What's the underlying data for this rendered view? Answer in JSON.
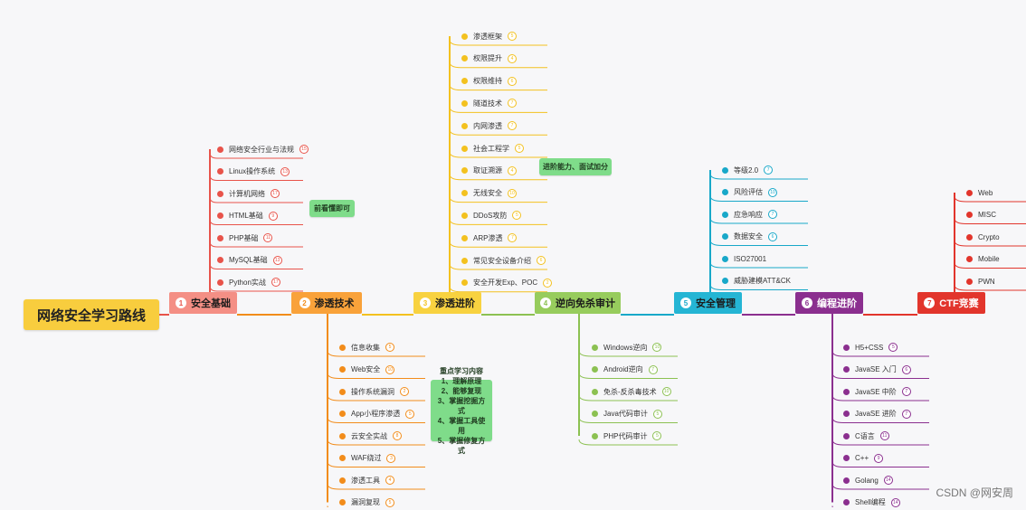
{
  "root": "网络安全学习路线",
  "branches": [
    {
      "id": "b1",
      "num": "1",
      "label": "安全基础",
      "color": "#e8534a",
      "bg": "#f48f85",
      "side": "up",
      "items": [
        {
          "t": "网络安全行业与法规",
          "n": "15"
        },
        {
          "t": "Linux操作系统",
          "n": "13"
        },
        {
          "t": "计算机网络",
          "n": "17"
        },
        {
          "t": "HTML基础",
          "n": "9"
        },
        {
          "t": "PHP基础",
          "n": "11"
        },
        {
          "t": "MySQL基础",
          "n": "13"
        },
        {
          "t": "Python实战",
          "n": "17"
        }
      ]
    },
    {
      "id": "b2",
      "num": "2",
      "label": "渗透技术",
      "color": "#f28c1a",
      "bg": "#f9a23a",
      "side": "down",
      "items": [
        {
          "t": "信息收集",
          "n": "5"
        },
        {
          "t": "Web安全",
          "n": "10"
        },
        {
          "t": "操作系统漏洞",
          "n": "2"
        },
        {
          "t": "App小程序渗透",
          "n": "5"
        },
        {
          "t": "云安全实战",
          "n": "8"
        },
        {
          "t": "WAF绕过",
          "n": "3"
        },
        {
          "t": "渗透工具",
          "n": "4"
        },
        {
          "t": "漏洞复现",
          "n": "5"
        }
      ]
    },
    {
      "id": "b3",
      "num": "3",
      "label": "渗透进阶",
      "color": "#f3c11f",
      "bg": "#f8d240",
      "side": "up",
      "items": [
        {
          "t": "渗透框架",
          "n": "5"
        },
        {
          "t": "权限提升",
          "n": "4"
        },
        {
          "t": "权限维持",
          "n": "6"
        },
        {
          "t": "隧道技术",
          "n": "7"
        },
        {
          "t": "内网渗透",
          "n": "7"
        },
        {
          "t": "社会工程学",
          "n": "5"
        },
        {
          "t": "取证溯源",
          "n": "4"
        },
        {
          "t": "无线安全",
          "n": "10"
        },
        {
          "t": "DDoS攻防",
          "n": "5"
        },
        {
          "t": "ARP渗透",
          "n": "7"
        },
        {
          "t": "常见安全设备介绍",
          "n": "6"
        },
        {
          "t": "安全开发Exp、POC",
          "n": "2"
        }
      ]
    },
    {
      "id": "b4",
      "num": "4",
      "label": "逆向免杀审计",
      "color": "#8cc152",
      "bg": "#97cc5d",
      "side": "down",
      "items": [
        {
          "t": "Windows逆向",
          "n": "10"
        },
        {
          "t": "Android逆向",
          "n": "7"
        },
        {
          "t": "免杀-反杀毒技术",
          "n": "10"
        },
        {
          "t": "Java代码审计",
          "n": "5"
        },
        {
          "t": "PHP代码审计",
          "n": "5"
        }
      ]
    },
    {
      "id": "b5",
      "num": "5",
      "label": "安全管理",
      "color": "#18a8c9",
      "bg": "#25b5d4",
      "side": "up",
      "items": [
        {
          "t": "等级2.0",
          "n": "7"
        },
        {
          "t": "风险评估",
          "n": "10"
        },
        {
          "t": "应急响应",
          "n": "7"
        },
        {
          "t": "数据安全",
          "n": "6"
        },
        {
          "t": "ISO27001",
          "n": ""
        },
        {
          "t": "威胁建模ATT&CK",
          "n": ""
        }
      ]
    },
    {
      "id": "b6",
      "num": "6",
      "label": "编程进阶",
      "color": "#8b2f8f",
      "bg": "#8b2f8f",
      "side": "down",
      "items": [
        {
          "t": "H5+CSS",
          "n": "5"
        },
        {
          "t": "JavaSE 入门",
          "n": "6"
        },
        {
          "t": "JavaSE 中阶",
          "n": "7"
        },
        {
          "t": "JavaSE 进阶",
          "n": "7"
        },
        {
          "t": "C语言",
          "n": "11"
        },
        {
          "t": "C++",
          "n": "9"
        },
        {
          "t": "Golang",
          "n": "14"
        },
        {
          "t": "Shell编程",
          "n": "14"
        }
      ]
    },
    {
      "id": "b7",
      "num": "7",
      "label": "CTF竞赛",
      "color": "#e2352c",
      "bg": "#e2352c",
      "side": "up",
      "items": [
        {
          "t": "Web",
          "n": ""
        },
        {
          "t": "MISC",
          "n": ""
        },
        {
          "t": "Crypto",
          "n": ""
        },
        {
          "t": "Mobile",
          "n": ""
        },
        {
          "t": "PWN",
          "n": ""
        }
      ]
    }
  ],
  "notes": {
    "n1": "前看懂即可",
    "n2": "进阶能力、面试加分",
    "n3": [
      "重点学习内容",
      "1、理解原理",
      "2、能够复现",
      "3、掌握挖掘方式",
      "4、掌握工具使用",
      "5、掌握修复方式"
    ]
  },
  "watermark": "CSDN @网安周"
}
